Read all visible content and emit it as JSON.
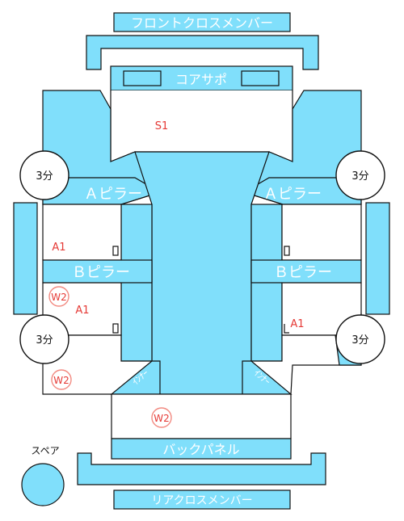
{
  "parts": {
    "front_cross_member": "フロントクロスメンバー",
    "core_support": "コアサポ",
    "a_pillar_left": "Ａピラー",
    "a_pillar_right": "Ａピラー",
    "b_pillar_left": "Ｂピラー",
    "b_pillar_right": "Ｂピラー",
    "back_panel": "バックパネル",
    "rear_cross_member": "リアクロスメンバー",
    "inner_left": "ｲﾝﾅｰ",
    "inner_right": "ｲﾝﾅｰ"
  },
  "markers": {
    "s1": "S1",
    "a1_left": "A1",
    "a1_left_lower": "A1",
    "a1_right": "A1",
    "w2_left_upper": "W2",
    "w2_left_lower": "W2",
    "w2_rear": "W2"
  },
  "wheels": {
    "front_left": "3分",
    "front_right": "3分",
    "rear_left": "3分",
    "rear_right": "3分"
  },
  "spare": {
    "label": "スペア"
  },
  "colors": {
    "panel_fill": "#80DFFB",
    "panel_fill_dark": "#6ED3F0",
    "panel_stroke": "#111111",
    "panel_text": "#ffffff",
    "marker_red": "#E53935",
    "w2_circle": "#F28B82"
  }
}
